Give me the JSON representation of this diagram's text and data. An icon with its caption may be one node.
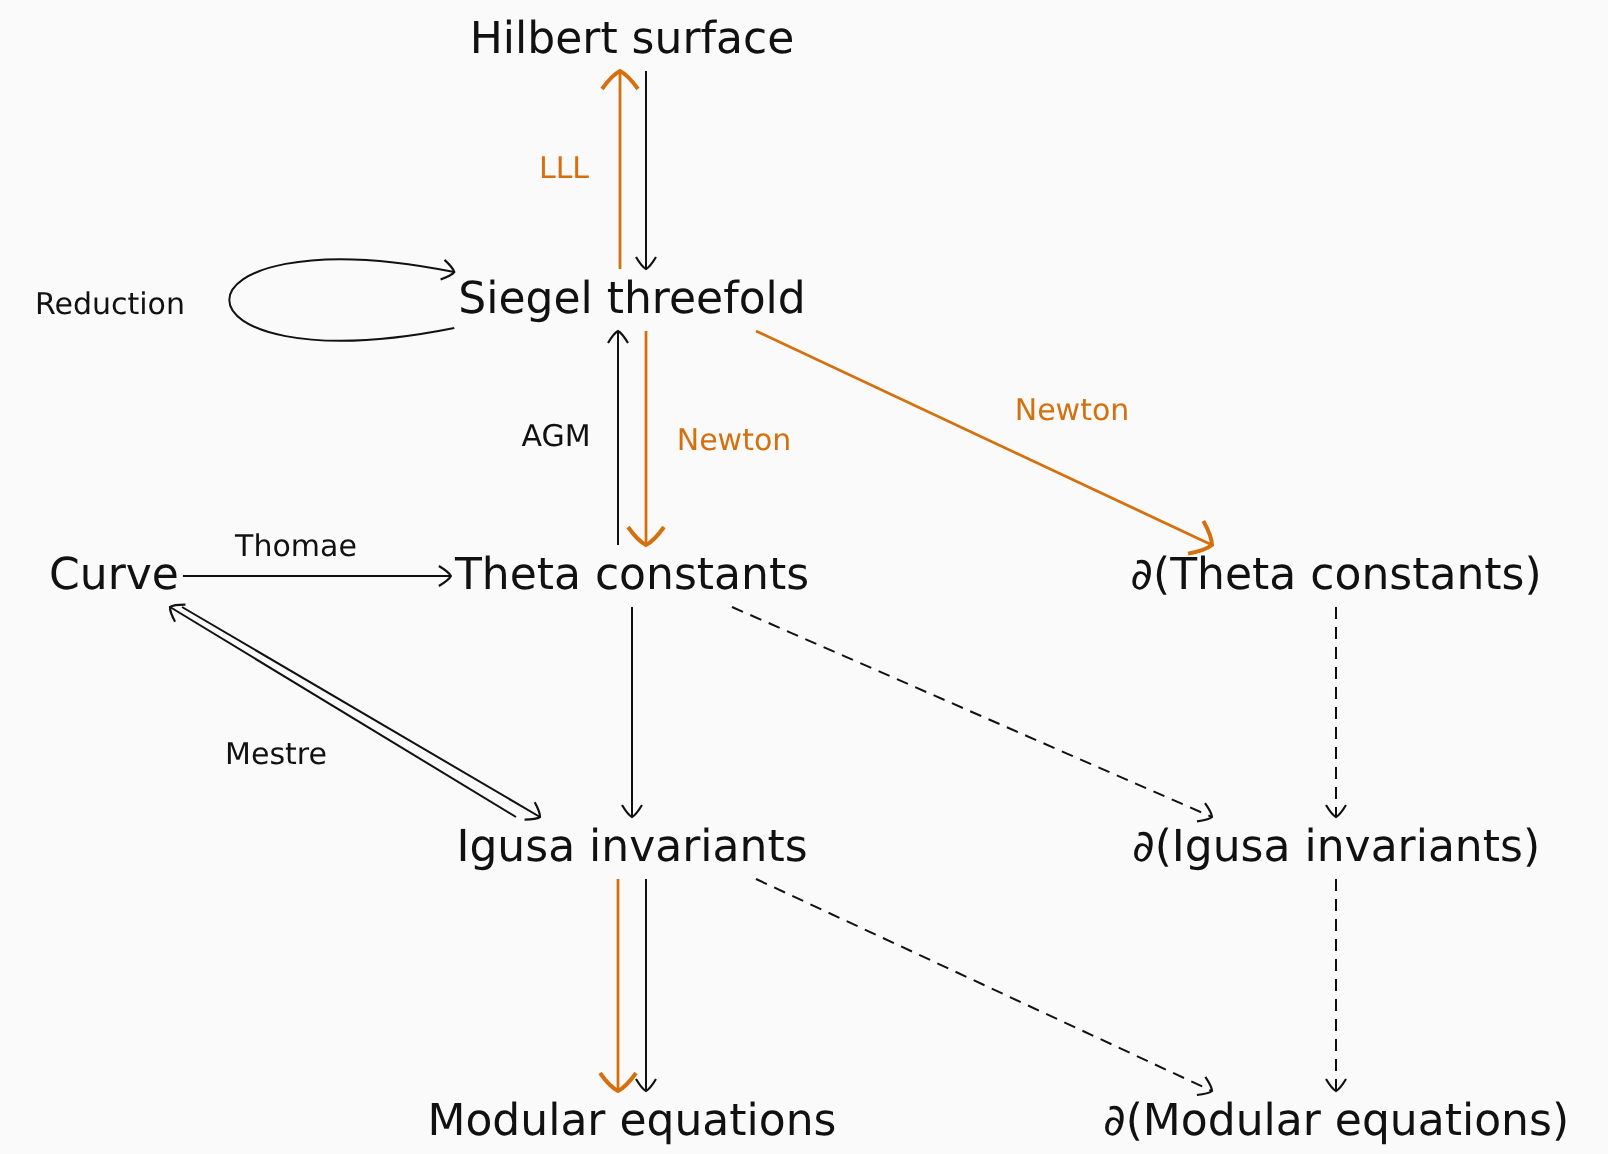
{
  "diagram": {
    "nodes": [
      {
        "text": [
          "Hilbert surface"
        ]
      },
      {
        "text": [
          "Siegel threefold"
        ]
      },
      {
        "text": [
          "Curve"
        ]
      },
      {
        "text": [
          "Theta constants"
        ]
      },
      {
        "text": [
          "∂(Theta constants)"
        ]
      },
      {
        "text": [
          "Igusa invariants"
        ]
      },
      {
        "text": [
          "∂(Igusa invariants)"
        ]
      },
      {
        "text": [
          "Modular equations"
        ]
      },
      {
        "text": [
          "∂(Modular equations)"
        ]
      }
    ],
    "edges": [
      {
        "from": 1,
        "to": 0,
        "arrow": "to",
        "label": "LLL",
        "color": "#d5700f"
      },
      {
        "from": 0,
        "to": 1,
        "arrow": "to"
      },
      {
        "from": 1,
        "to": 1,
        "arrow": "to",
        "label": "Reduction"
      },
      {
        "from": 3,
        "to": 1,
        "arrow": "to",
        "label": "AGM"
      },
      {
        "from": 1,
        "to": 3,
        "arrow": "to",
        "label": "Newton",
        "color": "#d5700f"
      },
      {
        "from": 1,
        "to": 4,
        "arrow": "to",
        "label": "Newton",
        "color": "#d5700f"
      },
      {
        "from": 2,
        "to": 3,
        "arrow": "to",
        "label": "Thomae"
      },
      {
        "from": 2,
        "to": 5,
        "arrow": "to"
      },
      {
        "from": 5,
        "to": 2,
        "arrow": "to",
        "label": "Mestre"
      },
      {
        "from": 3,
        "to": 5,
        "arrow": "to"
      },
      {
        "from": 3,
        "to": 6,
        "arrow": "to",
        "style": "dashed"
      },
      {
        "from": 4,
        "to": 6,
        "arrow": "to",
        "style": "dashed"
      },
      {
        "from": 5,
        "to": 7,
        "arrow": "to",
        "color": "#d5700f"
      },
      {
        "from": 5,
        "to": 8,
        "arrow": "to",
        "style": "dashed"
      },
      {
        "from": 6,
        "to": 8,
        "arrow": "to",
        "style": "dashed"
      },
      {
        "from": 5,
        "to": 7,
        "arrow": "to"
      }
    ]
  }
}
